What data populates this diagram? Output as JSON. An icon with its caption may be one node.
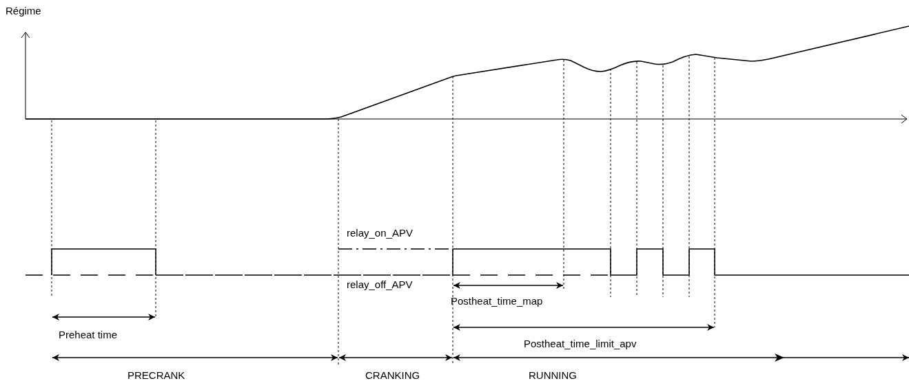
{
  "diagram": {
    "labels": [
      "Régime",
      "relay_on_APV",
      "relay_off_APV",
      "Postheat_time_map",
      "Preheat time",
      "Postheat_time_limit_apv",
      "PRECRANK",
      "CRANKING",
      "RUNNING"
    ]
  }
}
